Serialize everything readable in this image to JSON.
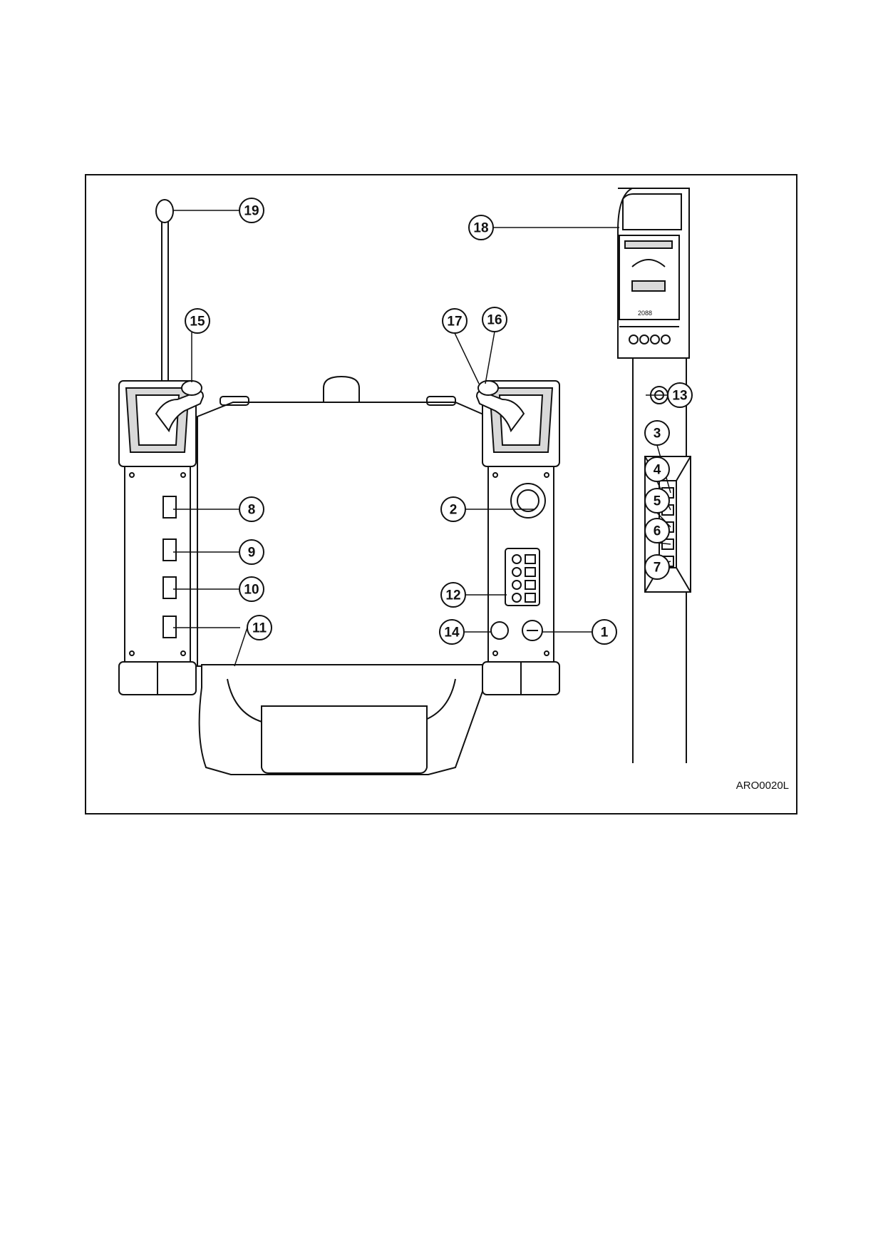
{
  "figure_code": "ARO0020L",
  "callouts": [
    {
      "num": "1"
    },
    {
      "num": "2"
    },
    {
      "num": "3"
    },
    {
      "num": "4"
    },
    {
      "num": "5"
    },
    {
      "num": "6"
    },
    {
      "num": "7"
    },
    {
      "num": "8"
    },
    {
      "num": "9"
    },
    {
      "num": "10"
    },
    {
      "num": "11"
    },
    {
      "num": "12"
    },
    {
      "num": "13"
    },
    {
      "num": "14"
    },
    {
      "num": "15"
    },
    {
      "num": "16"
    },
    {
      "num": "17"
    },
    {
      "num": "18"
    },
    {
      "num": "19"
    }
  ],
  "colors": {
    "line": "#111111",
    "fill": "#ffffff",
    "shade": "#d9d9d9"
  }
}
